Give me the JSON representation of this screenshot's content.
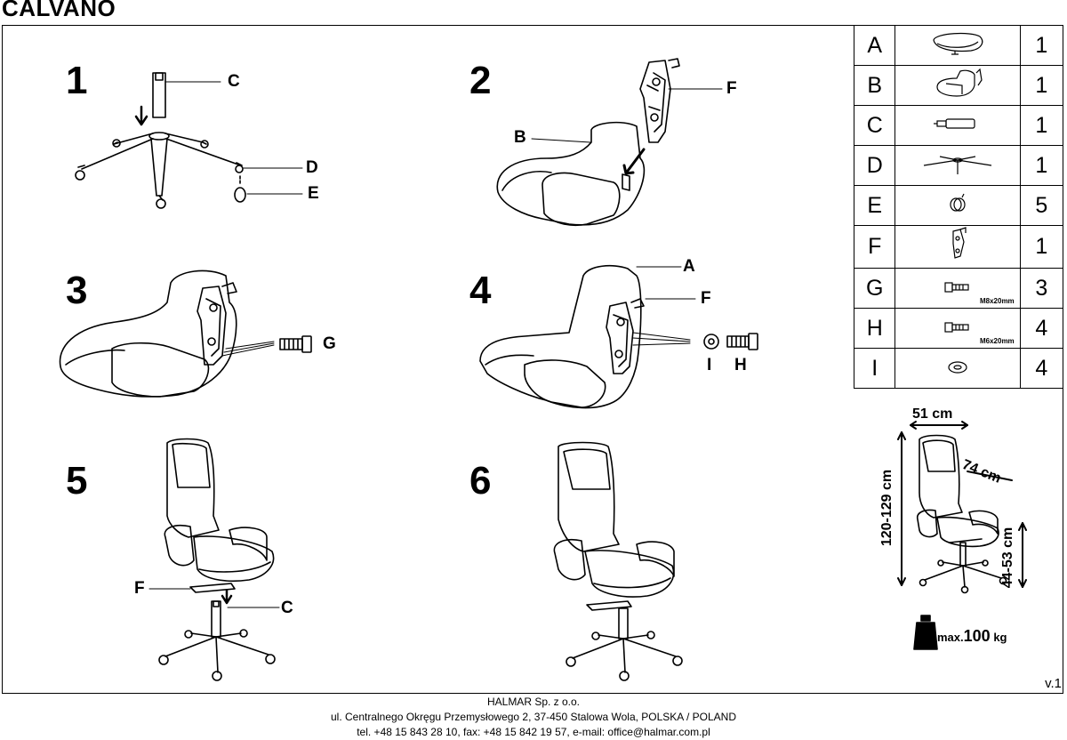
{
  "title": "CALVANO",
  "steps": {
    "s1": {
      "num": "1",
      "labels": [
        "C",
        "D",
        "E"
      ]
    },
    "s2": {
      "num": "2",
      "labels": [
        "B",
        "F"
      ]
    },
    "s3": {
      "num": "3",
      "labels": [
        "G"
      ]
    },
    "s4": {
      "num": "4",
      "labels": [
        "A",
        "F",
        "I",
        "H"
      ]
    },
    "s5": {
      "num": "5",
      "labels": [
        "F",
        "C"
      ]
    },
    "s6": {
      "num": "6"
    }
  },
  "parts": [
    {
      "letter": "A",
      "qty": "1",
      "icon": "seat-icon",
      "note": ""
    },
    {
      "letter": "B",
      "qty": "1",
      "icon": "backrest-icon",
      "note": ""
    },
    {
      "letter": "C",
      "qty": "1",
      "icon": "gas-lift-icon",
      "note": ""
    },
    {
      "letter": "D",
      "qty": "1",
      "icon": "star-base-icon",
      "note": ""
    },
    {
      "letter": "E",
      "qty": "5",
      "icon": "caster-icon",
      "note": ""
    },
    {
      "letter": "F",
      "qty": "1",
      "icon": "mechanism-icon",
      "note": ""
    },
    {
      "letter": "G",
      "qty": "3",
      "icon": "bolt-icon",
      "note": "M8x20mm"
    },
    {
      "letter": "H",
      "qty": "4",
      "icon": "bolt-icon",
      "note": "M6x20mm"
    },
    {
      "letter": "I",
      "qty": "4",
      "icon": "washer-icon",
      "note": ""
    }
  ],
  "dimensions": {
    "width": "51 cm",
    "depth": "74 cm",
    "height": "120-129 cm",
    "seat_height": "44-53 cm"
  },
  "max_load": {
    "prefix": "max.",
    "value": "100",
    "unit": "kg"
  },
  "version": "v.1",
  "footer": {
    "company": "HALMAR Sp. z o.o.",
    "address": "ul. Centralnego Okręgu Przemysłowego 2, 37-450 Stalowa Wola, POLSKA / POLAND",
    "contact": "tel. +48 15 843 28 10, fax: +48 15 842 19 57, e-mail: office@halmar.com.pl"
  }
}
